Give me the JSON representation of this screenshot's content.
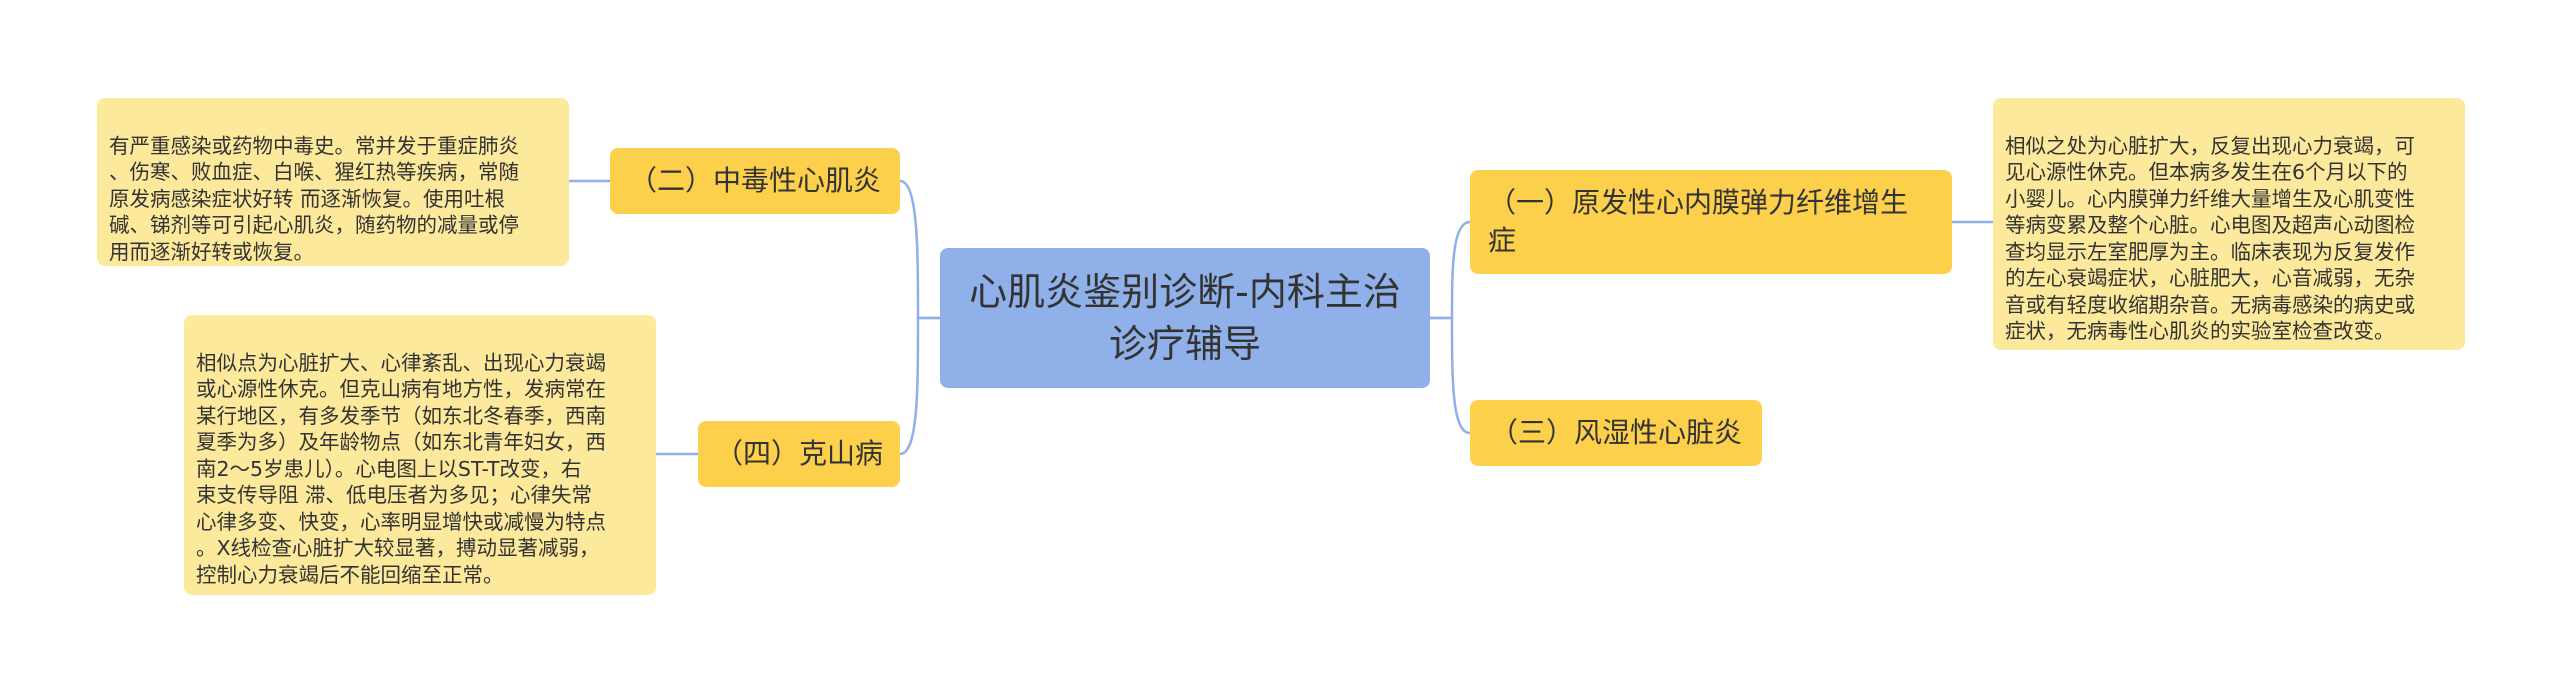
{
  "root": {
    "title": "心肌炎鉴别诊断-内科主治诊疗辅导"
  },
  "branches": {
    "toxic": {
      "label": "（二）中毒性心肌炎",
      "detail": "有严重感染或药物中毒史。常并发于重症肺炎\n、伤寒、败血症、白喉、猩红热等疾病，常随\n原发病感染症状好转 而逐渐恢复。使用吐根\n碱、锑剂等可引起心肌炎，随药物的减量或停\n用而逐渐好转或恢复。"
    },
    "keshan": {
      "label": "（四）克山病",
      "detail": "相似点为心脏扩大、心律紊乱、出现心力衰竭\n或心源性休克。但克山病有地方性，发病常在\n某行地区，有多发季节（如东北冬春季，西南\n夏季为多）及年龄物点（如东北青年妇女，西\n南2～5岁患儿）。心电图上以ST-T改变，右\n束支传导阻 滞、低电压者为多见；心律失常\n心律多变、快变，心率明显增快或减慢为特点\n。X线检查心脏扩大较显著，搏动显著减弱，\n控制心力衰竭后不能回缩至正常。"
    },
    "primary": {
      "label": "（一）原发性心内膜弹力纤维增生症",
      "detail": "相似之处为心脏扩大，反复出现心力衰竭，可\n见心源性休克。但本病多发生在6个月以下的\n小婴儿。心内膜弹力纤维大量增生及心肌变性\n等病变累及整个心脏。心电图及超声心动图检\n查均显示左室肥厚为主。临床表现为反复发作\n的左心衰竭症状，心脏肥大，心音减弱，无杂\n音或有轻度收缩期杂音。无病毒感染的病史或\n症状，无病毒性心肌炎的实验室检查改变。"
    },
    "rheumatic": {
      "label": "（三）风湿性心脏炎"
    }
  },
  "colors": {
    "root_fill": "#8fb0e8",
    "branch_fill": "#fcd04b",
    "leaf_fill": "#fde99c",
    "connector": "#8fb0e8",
    "text": "#333333"
  }
}
